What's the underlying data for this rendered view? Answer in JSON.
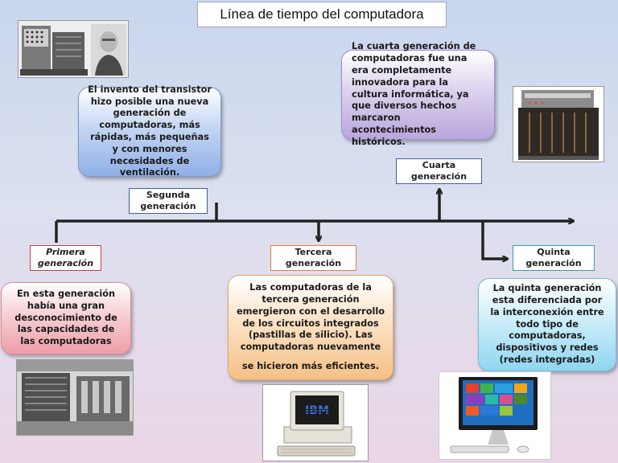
{
  "title": "Línea de tiempo del computadora",
  "generations": {
    "first": {
      "label_line1": "Primera",
      "label_line2": "generación",
      "text": "En esta generación había una gran desconocimiento de las capacidades de las computadoras"
    },
    "second": {
      "label_line1": "Segunda",
      "label_line2": "generación",
      "text": "El invento del transistor hizo posible una nueva generación de computadoras, más rápidas, más pequeñas y con menores necesidades de ventilación."
    },
    "third": {
      "label_line1": "Tercera",
      "label_line2": "generación",
      "text_main": "Las computadoras de la tercera generación emergieron con el desarrollo de los circuitos integrados (pastillas de silicio). Las computadoras nuevamente",
      "text_tail": "se hicieron más eficientes."
    },
    "fourth": {
      "label_line1": "Cuarta",
      "label_line2": "generación",
      "text": "La cuarta generación de computadoras fue una era completamente innovadora para la cultura informática, ya que diversos hechos marcaron acontecimientos históricos."
    },
    "fifth": {
      "label_line1": "Quinta",
      "label_line2": "generación",
      "text": "La quinta generación esta diferenciada por la interconexión entre todo tipo de computadoras, dispositivos y redes (redes integradas)"
    }
  },
  "ibm_logo": "IBM",
  "colors": {
    "axis": "#222222",
    "blue_border": "#3d5ea8",
    "red_border": "#c4413f",
    "orange_border": "#e0803a",
    "teal_border": "#3e9bb4"
  },
  "icons": [
    "arrow-right-icon",
    "arrow-up-icon",
    "arrow-down-icon"
  ]
}
